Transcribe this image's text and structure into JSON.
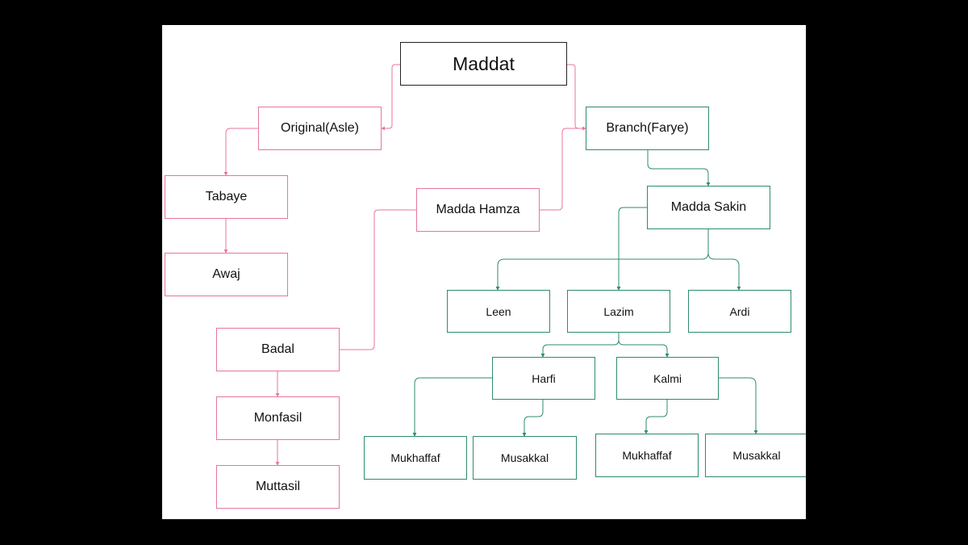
{
  "colors": {
    "pink": "#e9769b",
    "green": "#2e8b6d",
    "root_border": "#222222",
    "background": "#ffffff",
    "frame": "#000000"
  },
  "nodes": {
    "maddat": "Maddat",
    "original": "Original(Asle)",
    "branch": "Branch(Farye)",
    "tabaye": "Tabaye",
    "awaj": "Awaj",
    "madda_hamza": "Madda Hamza",
    "badal": "Badal",
    "monfasil": "Monfasil",
    "muttasil": "Muttasil",
    "madda_sakin": "Madda Sakin",
    "leen": "Leen",
    "lazim": "Lazim",
    "ardi": "Ardi",
    "harfi": "Harfi",
    "kalmi": "Kalmi",
    "harfi_mukhaffaf": "Mukhaffaf",
    "harfi_musakkal": "Musakkal",
    "kalmi_mukhaffaf": "Mukhaffaf",
    "kalmi_musakkal": "Musakkal"
  }
}
